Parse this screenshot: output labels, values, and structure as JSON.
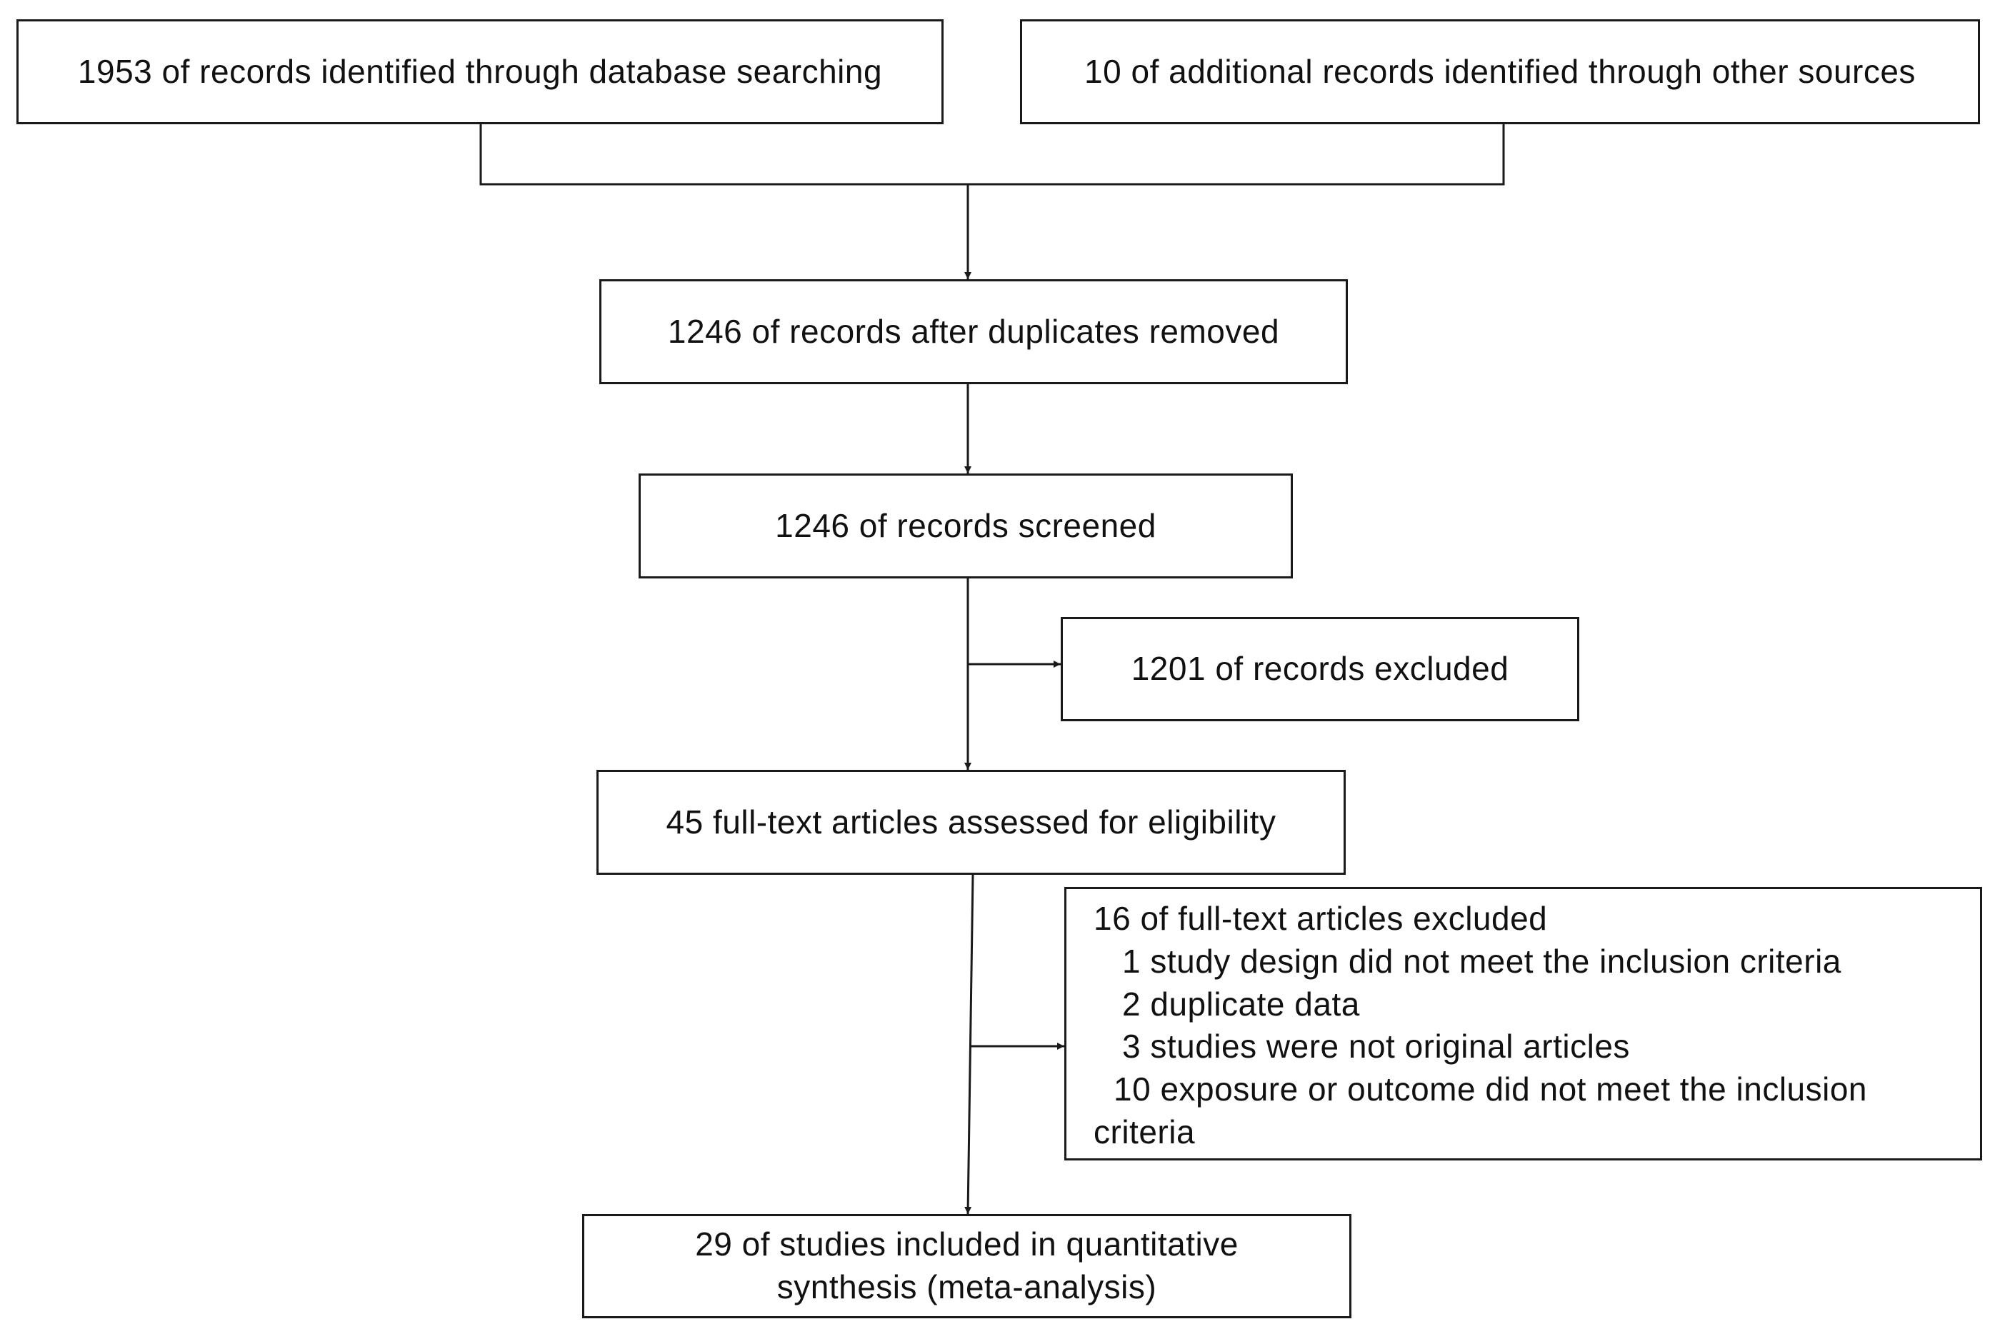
{
  "diagram": {
    "nodes": {
      "identified_database": "1953 of records identified through database searching",
      "identified_other": "10 of additional records identified through other sources",
      "after_duplicates": "1246 of records after duplicates removed",
      "screened": "1246 of records screened",
      "excluded_records": "1201 of records excluded",
      "fulltext_assessed": "45 full-text articles assessed for eligibility",
      "fulltext_excluded": {
        "heading": "16 of full-text articles excluded",
        "reasons": [
          "1 study design did not meet the inclusion criteria",
          "2 duplicate data",
          "3 studies were not original articles",
          "10 exposure or outcome did not meet the inclusion",
          "criteria"
        ]
      },
      "included": {
        "line1": "29 of studies included in quantitative",
        "line2": "synthesis (meta-analysis)"
      }
    },
    "colors": {
      "stroke": "#1a1a1a",
      "background": "#ffffff"
    }
  }
}
